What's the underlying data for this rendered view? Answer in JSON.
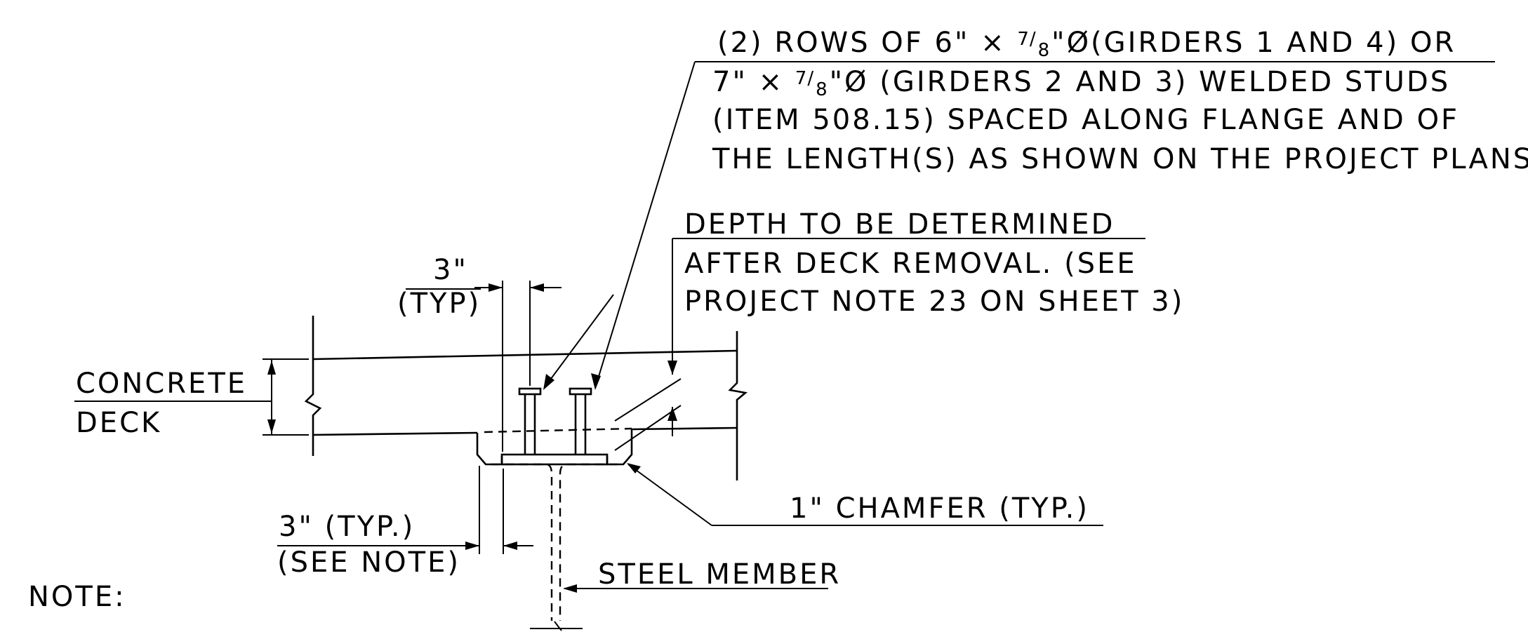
{
  "callouts": {
    "studs": {
      "line1_a": "(2) ROWS OF 6\" × ",
      "frac_num": "7",
      "frac_den": "8",
      "line1_b": "\"Ø(GIRDERS 1 AND 4) OR",
      "line2_a": "7\" × ",
      "line2_b": "\"Ø (GIRDERS 2 AND 3) WELDED STUDS",
      "line3": "(ITEM 508.15) SPACED ALONG FLANGE AND OF",
      "line4": "THE LENGTH(S) AS SHOWN ON THE PROJECT PLANS."
    },
    "depth": {
      "line1": "DEPTH TO BE DETERMINED",
      "line2": "AFTER DECK REMOVAL. (SEE",
      "line3": "PROJECT NOTE 23 ON SHEET 3)"
    },
    "typ_top": {
      "line1": "3\"",
      "line2": "(TYP)"
    },
    "concrete_deck": {
      "line1": "CONCRETE",
      "line2": "DECK"
    },
    "chamfer": {
      "label": "1\" CHAMFER (TYP.)"
    },
    "typ_bottom": {
      "line1": "3\" (TYP.)",
      "line2": "(SEE NOTE)"
    },
    "steel_member": {
      "label": "STEEL MEMBER"
    }
  },
  "note": {
    "label": "NOTE:"
  }
}
